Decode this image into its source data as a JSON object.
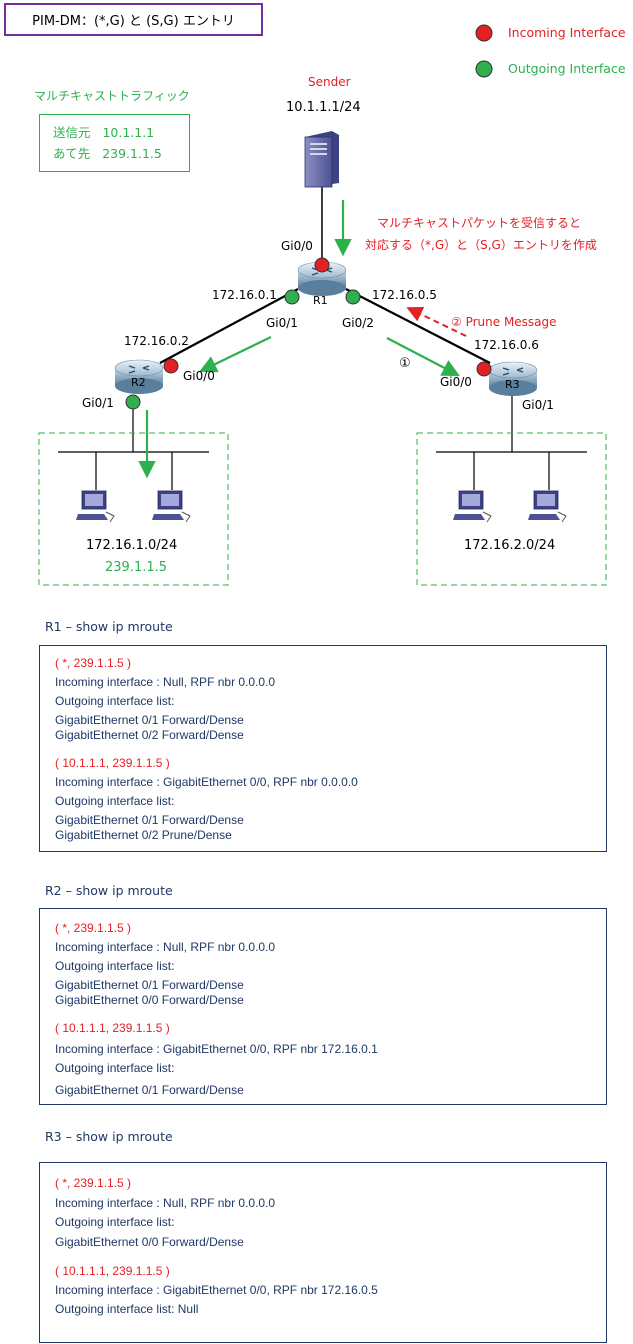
{
  "title": "PIM-DM：(*,G) と (S,G) エントリ",
  "legend": {
    "incoming": "Incoming Interface",
    "outgoing": "Outgoing Interface",
    "incoming_color": "#e42025",
    "outgoing_color": "#2eb04e"
  },
  "multicast": {
    "heading": "マルチキャストトラフィック",
    "src_label": "送信元",
    "src_value": "10.1.1.1",
    "dst_label": "あて先",
    "dst_value": "239.1.1.5"
  },
  "sender": {
    "label": "Sender",
    "ip": "10.1.1.1/24"
  },
  "note": {
    "line1": "マルチキャストパケットを受信すると",
    "line2": "対応する（*,G）と（S,G）エントリを作成"
  },
  "prune_message": "② Prune Message",
  "step1": "①",
  "r1": {
    "name": "R1",
    "gi00": "Gi0/0",
    "gi01": "Gi0/1",
    "gi02": "Gi0/2",
    "ip_left": "172.16.0.1",
    "ip_right": "172.16.0.5"
  },
  "r2": {
    "name": "R2",
    "gi00": "Gi0/0",
    "gi01": "Gi0/1",
    "ip": "172.16.0.2",
    "network": "172.16.1.0/24",
    "group": "239.1.1.5"
  },
  "r3": {
    "name": "R3",
    "gi00": "Gi0/0",
    "gi01": "Gi0/1",
    "ip": "172.16.0.6",
    "network": "172.16.2.0/24"
  },
  "r1_mroute": {
    "title": "R1 – show ip mroute",
    "lines": [
      {
        "text": "( *, 239.1.1.5 )",
        "red": true
      },
      {
        "text": "Incoming interface : Null, RPF nbr 0.0.0.0",
        "red": false
      },
      {
        "text": "Outgoing interface list:",
        "red": false
      },
      {
        "text": "GigabitEthernet 0/1 Forward/Dense",
        "red": false
      },
      {
        "text": "GigabitEthernet 0/2 Forward/Dense",
        "red": false
      },
      {
        "text": "( 10.1.1.1, 239.1.1.5 )",
        "red": true
      },
      {
        "text": "Incoming interface : GigabitEthernet 0/0, RPF nbr 0.0.0.0",
        "red": false
      },
      {
        "text": "Outgoing interface list:",
        "red": false
      },
      {
        "text": "GigabitEthernet 0/1 Forward/Dense",
        "red": false
      },
      {
        "text": "GigabitEthernet 0/2 Prune/Dense",
        "red": false
      }
    ]
  },
  "r2_mroute": {
    "title": "R2 – show ip mroute",
    "lines": [
      {
        "text": "( *, 239.1.1.5 )",
        "red": true
      },
      {
        "text": "Incoming interface : Null, RPF nbr 0.0.0.0",
        "red": false
      },
      {
        "text": "Outgoing interface list:",
        "red": false
      },
      {
        "text": "GigabitEthernet 0/1 Forward/Dense",
        "red": false
      },
      {
        "text": "GigabitEthernet 0/0 Forward/Dense",
        "red": false
      },
      {
        "text": "( 10.1.1.1, 239.1.1.5 )",
        "red": true
      },
      {
        "text": "Incoming interface : GigabitEthernet 0/0, RPF nbr 172.16.0.1",
        "red": false
      },
      {
        "text": "Outgoing interface list:",
        "red": false
      },
      {
        "text": "GigabitEthernet 0/1 Forward/Dense",
        "red": false
      }
    ]
  },
  "r3_mroute": {
    "title": "R3 – show ip mroute",
    "lines": [
      {
        "text": "( *, 239.1.1.5 )",
        "red": true
      },
      {
        "text": "Incoming interface : Null, RPF nbr 0.0.0.0",
        "red": false
      },
      {
        "text": "Outgoing interface list:",
        "red": false
      },
      {
        "text": "GigabitEthernet 0/0 Forward/Dense",
        "red": false
      },
      {
        "text": "( 10.1.1.1, 239.1.1.5 )",
        "red": true
      },
      {
        "text": "Incoming interface : GigabitEthernet 0/0, RPF nbr 172.16.0.5",
        "red": false
      },
      {
        "text": "Outgoing interface list: Null",
        "red": false
      }
    ]
  }
}
